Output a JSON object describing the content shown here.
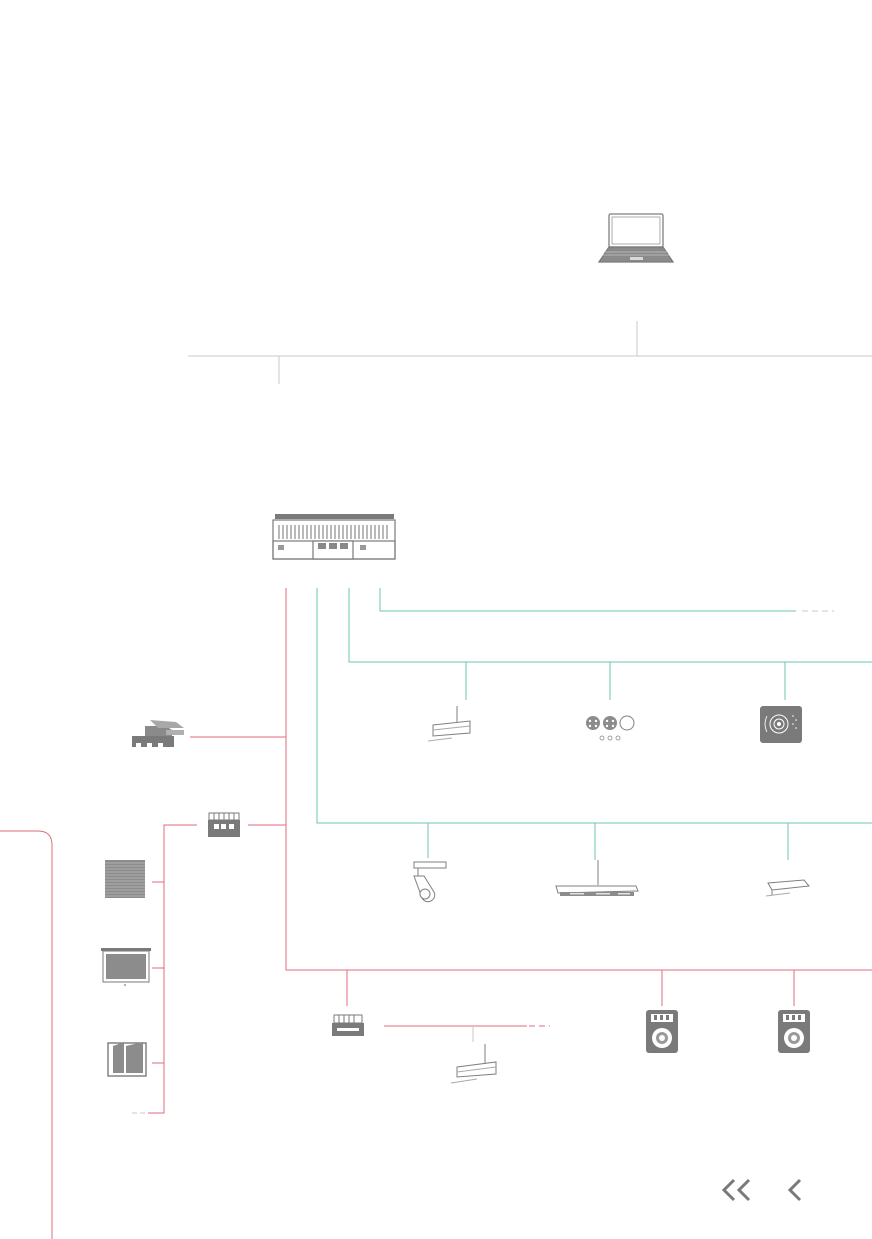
{
  "colors": {
    "network": "#c8c8c8",
    "bus_red": "#e06b7e",
    "bus_green": "#6fc4b4",
    "device": "#7f7f7f",
    "device_dark": "#6a6a6a",
    "nav_arrow": "#7a7a7a"
  },
  "devices": [
    {
      "id": "laptop",
      "icon": "laptop-icon"
    },
    {
      "id": "controller",
      "icon": "controller-module-icon"
    },
    {
      "id": "dali-gateway",
      "icon": "dali-gateway-icon"
    },
    {
      "id": "blind-actuator",
      "icon": "blind-actuator-icon"
    },
    {
      "id": "venetian-blind",
      "icon": "venetian-blind-icon"
    },
    {
      "id": "projection-screen",
      "icon": "projection-screen-icon"
    },
    {
      "id": "window",
      "icon": "window-icon"
    },
    {
      "id": "pendant-light-1",
      "icon": "pendant-light-icon"
    },
    {
      "id": "button-keypad",
      "icon": "button-keypad-icon"
    },
    {
      "id": "rotary-panel",
      "icon": "rotary-panel-icon"
    },
    {
      "id": "spotlight",
      "icon": "spotlight-icon"
    },
    {
      "id": "linear-light",
      "icon": "linear-light-icon"
    },
    {
      "id": "ceiling-light",
      "icon": "ceiling-light-icon"
    },
    {
      "id": "dimmer-actuator",
      "icon": "dimmer-actuator-icon"
    },
    {
      "id": "pendant-light-2",
      "icon": "pendant-light-icon"
    },
    {
      "id": "switch-panel-1",
      "icon": "switch-panel-icon"
    },
    {
      "id": "switch-panel-2",
      "icon": "switch-panel-icon"
    }
  ],
  "navigation": {
    "first_page_icon": "double-chevron-left-icon",
    "prev_page_icon": "chevron-left-icon"
  }
}
